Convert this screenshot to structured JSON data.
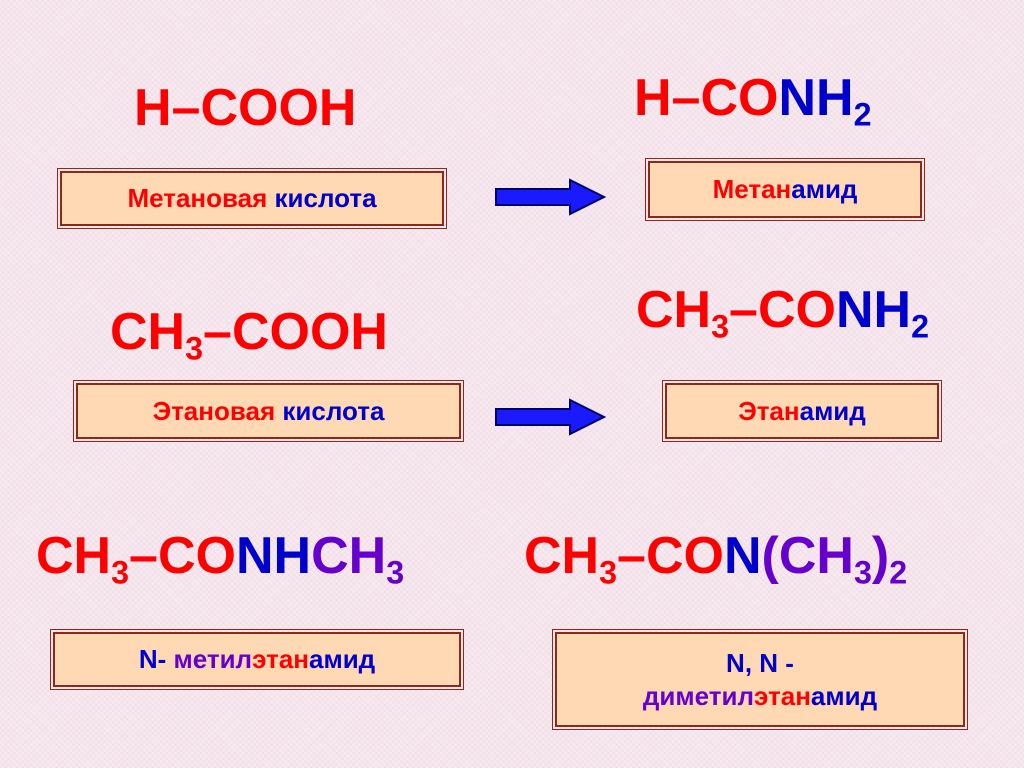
{
  "colors": {
    "red": "#ff0000",
    "blue": "#0000cc",
    "purple": "#6600cc",
    "label_bg": "#ffd9b3",
    "label_border": "#8b2a1a",
    "arrow": "#1a1aff"
  },
  "f1": {
    "a": "H–COOH"
  },
  "f2": {
    "a": "H–CO",
    "b": "NH",
    "c": "2"
  },
  "f3": {
    "a": "CH",
    "b": "3",
    "c": "–COOH"
  },
  "f4": {
    "a": "CH",
    "b": "3",
    "c": "–CO",
    "d": "NH",
    "e": "2"
  },
  "f5": {
    "a": "CH",
    "b": "3",
    "c": "–CO",
    "d": "NH",
    "e": "CH",
    "f": "3"
  },
  "f6": {
    "a": "CH",
    "b": "3",
    "c": "–CO",
    "d": "N",
    "e": "(",
    "f": "CH",
    "g": "3",
    "h": ")",
    "i": "2"
  },
  "l1": {
    "a": "Метановая ",
    "b": "кислота"
  },
  "l2": {
    "a": "Метан",
    "b": "амид"
  },
  "l3": {
    "a": "Этановая ",
    "b": "кислота"
  },
  "l4": {
    "a": "Этан",
    "b": "амид"
  },
  "l5": {
    "a": "N- ",
    "b": "метил",
    "c": "этан",
    "d": "амид"
  },
  "l6": {
    "line1": "N, N -",
    "b": "диметил",
    "c": "этан",
    "d": "амид"
  }
}
